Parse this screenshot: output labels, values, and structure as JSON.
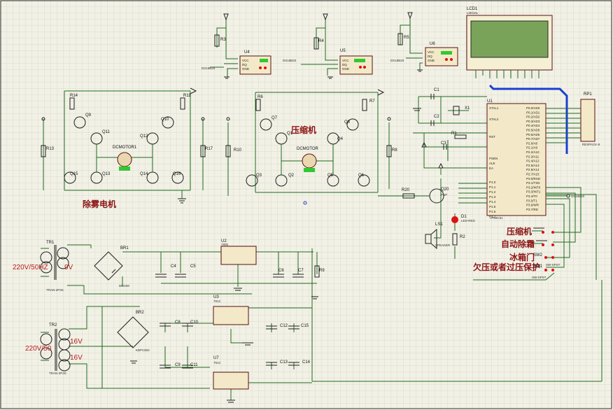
{
  "labels": {
    "mist_motor": "除雾电机",
    "compressor": "压缩机",
    "btn_compressor": "压缩机",
    "btn_defrost": "自动除霜",
    "btn_door": "冰箱门",
    "btn_protect": "欠压或者过压保护",
    "tr1_input": "220V/50HZ",
    "tr2_input": "220V/50",
    "tr1_sec": "9V",
    "tr2_sec_a": "16V",
    "tr2_sec_b": "16V"
  },
  "parts": {
    "R3": "R3",
    "R4": "R4",
    "R5": "R5",
    "U4": "U4",
    "U5": "U5",
    "U6": "U6",
    "LCD1": "LCD1",
    "LCD1_sub": "LM016L",
    "RP1": "RP1",
    "RP1_sub": "RESPACK-8",
    "R14": "R14",
    "R11": "R11",
    "R13": "R13",
    "R17": "R17",
    "Q9": "Q9",
    "Q10": "Q10",
    "Q11": "Q11",
    "Q12": "Q12",
    "Q13": "Q13",
    "Q14": "Q14",
    "Q15": "Q15",
    "Q16": "Q16",
    "DCM1": "DCMOTOR1",
    "DCM2": "DCMOTOR",
    "R6": "R6",
    "R7": "R7",
    "R10": "R10",
    "R8": "R8",
    "Q1": "Q1",
    "Q2": "Q2",
    "Q3": "Q3",
    "Q4": "Q4",
    "Q5": "Q5",
    "Q6": "Q6",
    "Q7": "Q7",
    "Q8": "Q8",
    "C1": "C1",
    "C2": "C2",
    "C3": "C3",
    "X1": "X1",
    "R1": "R1",
    "U1": "U1",
    "U1_sub": "AT89C51",
    "R20": "R20",
    "Q20": "Q20",
    "Q20_sub": "PNP",
    "D1": "D1",
    "D1_sub": "LED-RED",
    "R2": "R2",
    "LS1": "LS1",
    "LS1_sub": "SPEAKER",
    "SW1": "SW1",
    "SW2": "SW2",
    "SW_sub": "SW-SPST",
    "TR1": "TR1",
    "TR2": "TR2",
    "TR_sub": "TRAN-2P3S",
    "BR1": "BR1",
    "BR1_sub": "DF04M",
    "BR2": "BR2",
    "BR2_sub": "KBPC802",
    "U2": "U2",
    "U2_sub": "7805",
    "U3": "U3",
    "U3_sub": "7812",
    "U7": "U7",
    "U7_sub": "7912",
    "C4": "C4",
    "C5": "C5",
    "C6": "C6",
    "C7": "C7",
    "R9": "R9",
    "C8": "C8",
    "C9": "C9",
    "C10": "C10",
    "C11": "C11",
    "C12": "C12",
    "C13": "C13",
    "C14": "C14",
    "C15": "C15",
    "ds_name": "DS18B20",
    "u1_pins_left": [
      "XTAL1",
      "XTAL2",
      "RST",
      "PSEN",
      "ALE",
      "EA",
      "P1.0",
      "P1.1",
      "P1.2",
      "P1.3",
      "P1.4",
      "P1.5",
      "P1.6",
      "P1.7"
    ],
    "u1_pins_right": [
      "P0.0/AD0",
      "P0.1/AD1",
      "P0.2/AD2",
      "P0.3/AD3",
      "P0.4/AD4",
      "P0.5/AD5",
      "P0.6/AD6",
      "P0.7/AD7",
      "P2.0/A8",
      "P2.1/A9",
      "P2.2/A10",
      "P2.3/A11",
      "P2.4/A12",
      "P2.5/A13",
      "P2.6/A14",
      "P2.7/A15",
      "P3.0/RXD",
      "P3.1/TXD",
      "P3.2/INT0",
      "P3.3/INT1",
      "P3.4/T0",
      "P3.5/T1",
      "P3.6/WR",
      "P3.7/RD"
    ]
  },
  "colors": {
    "wire": "#1f6b1f",
    "bus": "#1a3fd1",
    "label": "#8b1515",
    "lcd": "#7aa35a"
  }
}
